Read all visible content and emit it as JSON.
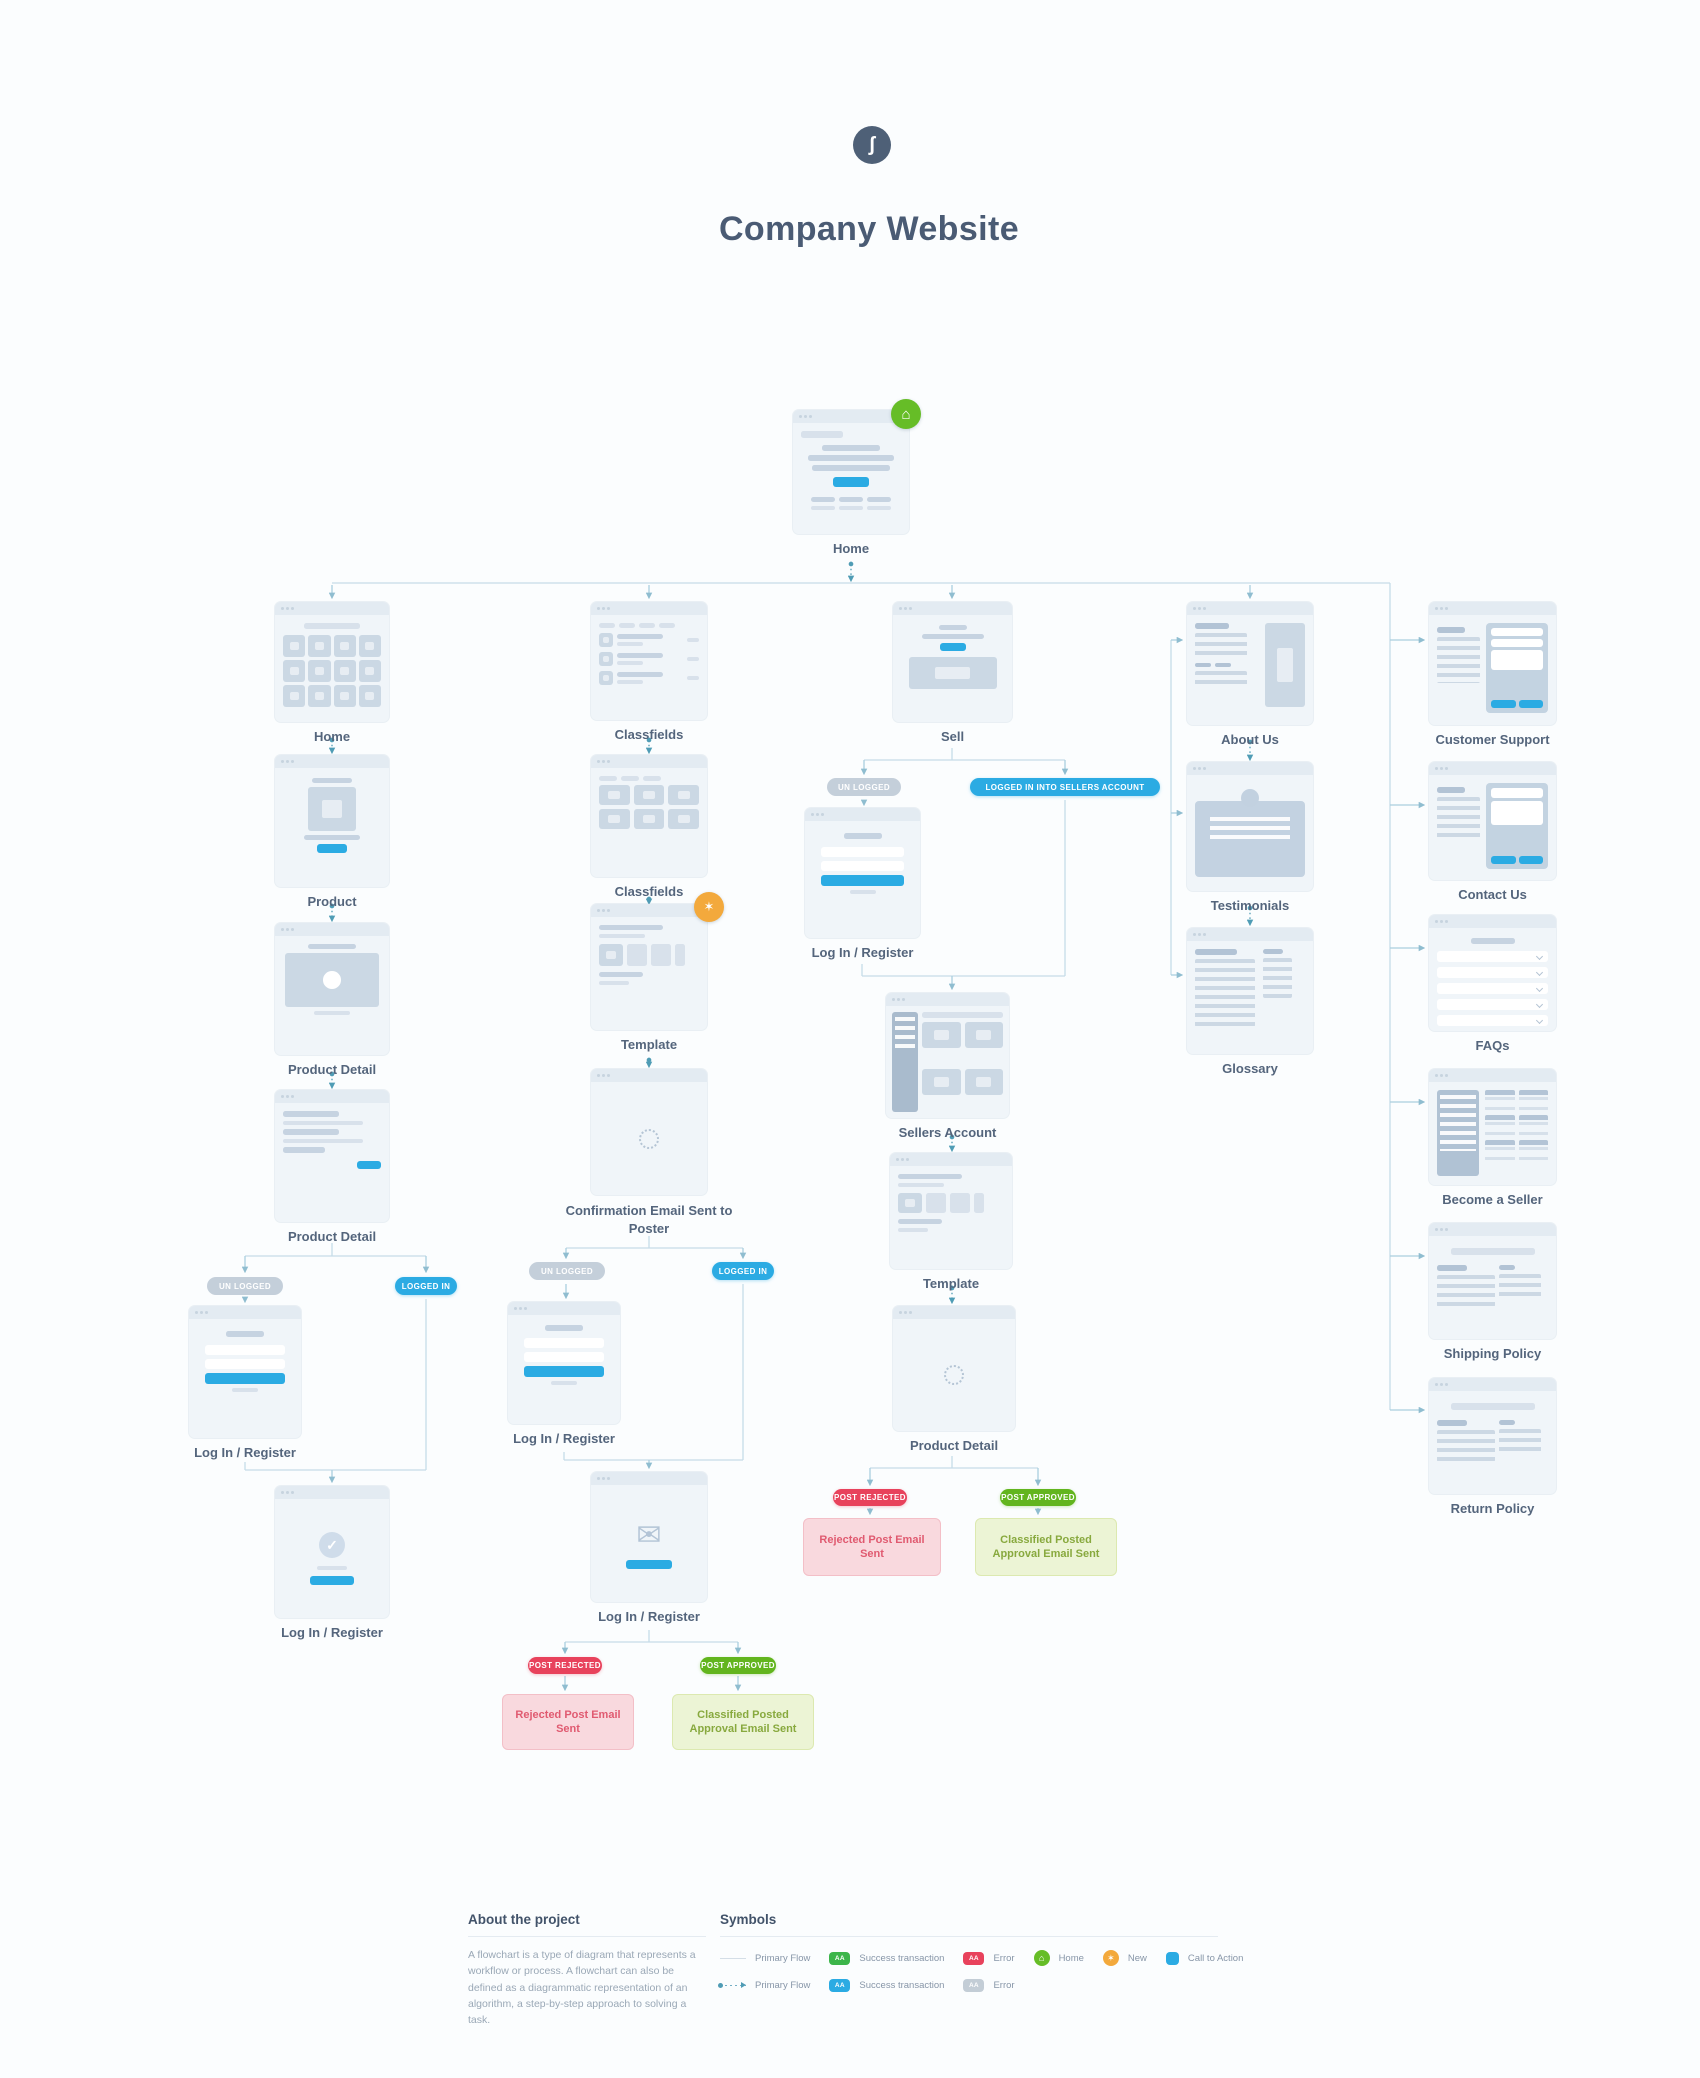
{
  "page": {
    "title": "Company Website"
  },
  "icons": {
    "logo": "ʃ",
    "home_badge": "⌂",
    "new_badge": "✶",
    "check": "✓",
    "mail": "✉",
    "aa": "AA"
  },
  "nodes": {
    "home_top": {
      "label": "Home"
    },
    "home_grid": {
      "label": "Home"
    },
    "product": {
      "label": "Product"
    },
    "product_detail_1": {
      "label": "Product Detail"
    },
    "product_detail_2": {
      "label": "Product Detail"
    },
    "login_a": {
      "label": "Log In / Register"
    },
    "login_a2": {
      "label": "Log In / Register"
    },
    "classfields_list": {
      "label": "Classfields"
    },
    "classfields_grid": {
      "label": "Classfields"
    },
    "template_b": {
      "label": "Template"
    },
    "confirmation_email": {
      "label": "Confirmation Email Sent to Poster"
    },
    "login_b": {
      "label": "Log In / Register"
    },
    "login_b2": {
      "label": "Log In / Register"
    },
    "sell": {
      "label": "Sell"
    },
    "login_c": {
      "label": "Log In / Register"
    },
    "sellers_account": {
      "label": "Sellers Account"
    },
    "template_c": {
      "label": "Template"
    },
    "product_detail_c": {
      "label": "Product Detail"
    },
    "about_us": {
      "label": "About Us"
    },
    "testimonials": {
      "label": "Testimonials"
    },
    "glossary": {
      "label": "Glossary"
    },
    "customer_support": {
      "label": "Customer Support"
    },
    "contact_us": {
      "label": "Contact Us"
    },
    "faqs": {
      "label": "FAQs"
    },
    "become_a_seller": {
      "label": "Become a Seller"
    },
    "shipping_policy": {
      "label": "Shipping Policy"
    },
    "return_policy": {
      "label": "Return Policy"
    }
  },
  "badges": {
    "un_logged": "UN LOGGED",
    "logged_in": "LOGGED IN",
    "logged_in_sellers": "LOGGED IN INTO SELLERS ACCOUNT",
    "post_rejected": "POST REJECTED",
    "post_approved": "POST APPROVED"
  },
  "outcomes": {
    "rejected": "Rejected Post Email Sent",
    "approved": "Classified Posted Approval Email Sent"
  },
  "about": {
    "heading": "About the project",
    "body": "A flowchart is a type of diagram that represents a workflow or process. A flowchart can also be defined as a diagrammatic representation of an algorithm, a step-by-step approach to solving a task."
  },
  "symbols": {
    "heading": "Symbols",
    "row1": [
      {
        "label": "Primary Flow"
      },
      {
        "label": "Success transaction"
      },
      {
        "label": "Error"
      },
      {
        "label": "Home"
      },
      {
        "label": "New"
      },
      {
        "label": "Call to Action"
      }
    ],
    "row2": [
      {
        "label": "Primary Flow"
      },
      {
        "label": "Success transaction"
      },
      {
        "label": "Error"
      }
    ]
  },
  "colors": {
    "accent_blue": "#2babe3",
    "success_green": "#62b51e",
    "error_red": "#e8425c",
    "home_green": "#66bd27",
    "new_orange": "#f3a93c",
    "title_slate": "#4a5b74"
  }
}
